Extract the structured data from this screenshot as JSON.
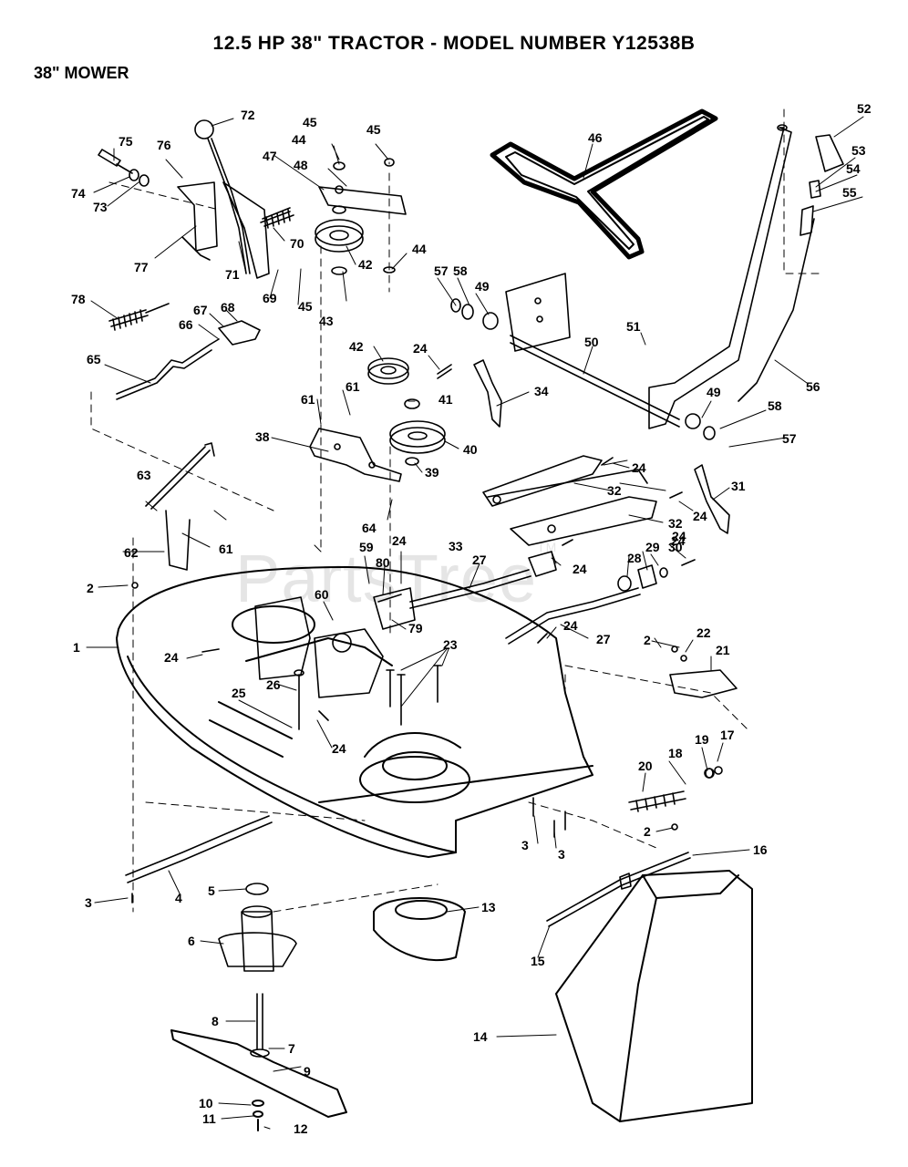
{
  "header": {
    "title": "12.5 HP 38\" TRACTOR - MODEL NUMBER Y12538B",
    "subtitle": "38\" MOWER"
  },
  "watermark": {
    "text": "PartsTree",
    "mark": "TM"
  },
  "callouts": [
    {
      "id": "c72",
      "n": "72"
    },
    {
      "id": "c75",
      "n": "75"
    },
    {
      "id": "c76",
      "n": "76"
    },
    {
      "id": "c74",
      "n": "74"
    },
    {
      "id": "c73",
      "n": "73"
    },
    {
      "id": "c77",
      "n": "77"
    },
    {
      "id": "c71",
      "n": "71"
    },
    {
      "id": "c70",
      "n": "70"
    },
    {
      "id": "c69",
      "n": "69"
    },
    {
      "id": "c45a",
      "n": "45"
    },
    {
      "id": "c44a",
      "n": "44"
    },
    {
      "id": "c48",
      "n": "48"
    },
    {
      "id": "c47",
      "n": "47"
    },
    {
      "id": "c45b",
      "n": "45"
    },
    {
      "id": "c42a",
      "n": "42"
    },
    {
      "id": "c45c",
      "n": "45"
    },
    {
      "id": "c43",
      "n": "43"
    },
    {
      "id": "c44b",
      "n": "44"
    },
    {
      "id": "c46",
      "n": "46"
    },
    {
      "id": "c52",
      "n": "52"
    },
    {
      "id": "c53",
      "n": "53"
    },
    {
      "id": "c54",
      "n": "54"
    },
    {
      "id": "c55",
      "n": "55"
    },
    {
      "id": "c57a",
      "n": "57"
    },
    {
      "id": "c58a",
      "n": "58"
    },
    {
      "id": "c49a",
      "n": "49"
    },
    {
      "id": "c78",
      "n": "78"
    },
    {
      "id": "c67",
      "n": "67"
    },
    {
      "id": "c68",
      "n": "68"
    },
    {
      "id": "c66",
      "n": "66"
    },
    {
      "id": "c65",
      "n": "65"
    },
    {
      "id": "c42b",
      "n": "42"
    },
    {
      "id": "c24a",
      "n": "24"
    },
    {
      "id": "c51",
      "n": "51"
    },
    {
      "id": "c50",
      "n": "50"
    },
    {
      "id": "c56",
      "n": "56"
    },
    {
      "id": "c34",
      "n": "34"
    },
    {
      "id": "c41",
      "n": "41"
    },
    {
      "id": "c61a",
      "n": "61"
    },
    {
      "id": "c61b",
      "n": "61"
    },
    {
      "id": "c49b",
      "n": "49"
    },
    {
      "id": "c58b",
      "n": "58"
    },
    {
      "id": "c57b",
      "n": "57"
    },
    {
      "id": "c38",
      "n": "38"
    },
    {
      "id": "c40",
      "n": "40"
    },
    {
      "id": "c39",
      "n": "39"
    },
    {
      "id": "c24b",
      "n": "24"
    },
    {
      "id": "c32a",
      "n": "32"
    },
    {
      "id": "c31",
      "n": "31"
    },
    {
      "id": "c63",
      "n": "63"
    },
    {
      "id": "c64",
      "n": "64"
    },
    {
      "id": "c24c",
      "n": "24"
    },
    {
      "id": "c32b",
      "n": "32"
    },
    {
      "id": "c61c",
      "n": "61"
    },
    {
      "id": "c62",
      "n": "62"
    },
    {
      "id": "c24d",
      "n": "24"
    },
    {
      "id": "c33",
      "n": "33"
    },
    {
      "id": "c59",
      "n": "59"
    },
    {
      "id": "c80",
      "n": "80"
    },
    {
      "id": "c24e",
      "n": "24"
    },
    {
      "id": "c27a",
      "n": "27"
    },
    {
      "id": "c24f",
      "n": "24"
    },
    {
      "id": "c28",
      "n": "28"
    },
    {
      "id": "c29",
      "n": "29"
    },
    {
      "id": "c30",
      "n": "30"
    },
    {
      "id": "c24g",
      "n": "24"
    },
    {
      "id": "c2a",
      "n": "2"
    },
    {
      "id": "c60",
      "n": "60"
    },
    {
      "id": "c79",
      "n": "79"
    },
    {
      "id": "c24h",
      "n": "24"
    },
    {
      "id": "c27b",
      "n": "27"
    },
    {
      "id": "c2b",
      "n": "2"
    },
    {
      "id": "c22",
      "n": "22"
    },
    {
      "id": "c21",
      "n": "21"
    },
    {
      "id": "c1",
      "n": "1"
    },
    {
      "id": "c23",
      "n": "23"
    },
    {
      "id": "c24i",
      "n": "24"
    },
    {
      "id": "c26",
      "n": "26"
    },
    {
      "id": "c25",
      "n": "25"
    },
    {
      "id": "c24j",
      "n": "24"
    },
    {
      "id": "c19",
      "n": "19"
    },
    {
      "id": "c17",
      "n": "17"
    },
    {
      "id": "c18",
      "n": "18"
    },
    {
      "id": "c20",
      "n": "20"
    },
    {
      "id": "c2c",
      "n": "2"
    },
    {
      "id": "c3a",
      "n": "3"
    },
    {
      "id": "c3b",
      "n": "3"
    },
    {
      "id": "c16",
      "n": "16"
    },
    {
      "id": "c3c",
      "n": "3"
    },
    {
      "id": "c4",
      "n": "4"
    },
    {
      "id": "c5",
      "n": "5"
    },
    {
      "id": "c13",
      "n": "13"
    },
    {
      "id": "c6",
      "n": "6"
    },
    {
      "id": "c15",
      "n": "15"
    },
    {
      "id": "c8",
      "n": "8"
    },
    {
      "id": "c7",
      "n": "7"
    },
    {
      "id": "c14",
      "n": "14"
    },
    {
      "id": "c9",
      "n": "9"
    },
    {
      "id": "c10",
      "n": "10"
    },
    {
      "id": "c11",
      "n": "11"
    },
    {
      "id": "c12",
      "n": "12"
    }
  ]
}
